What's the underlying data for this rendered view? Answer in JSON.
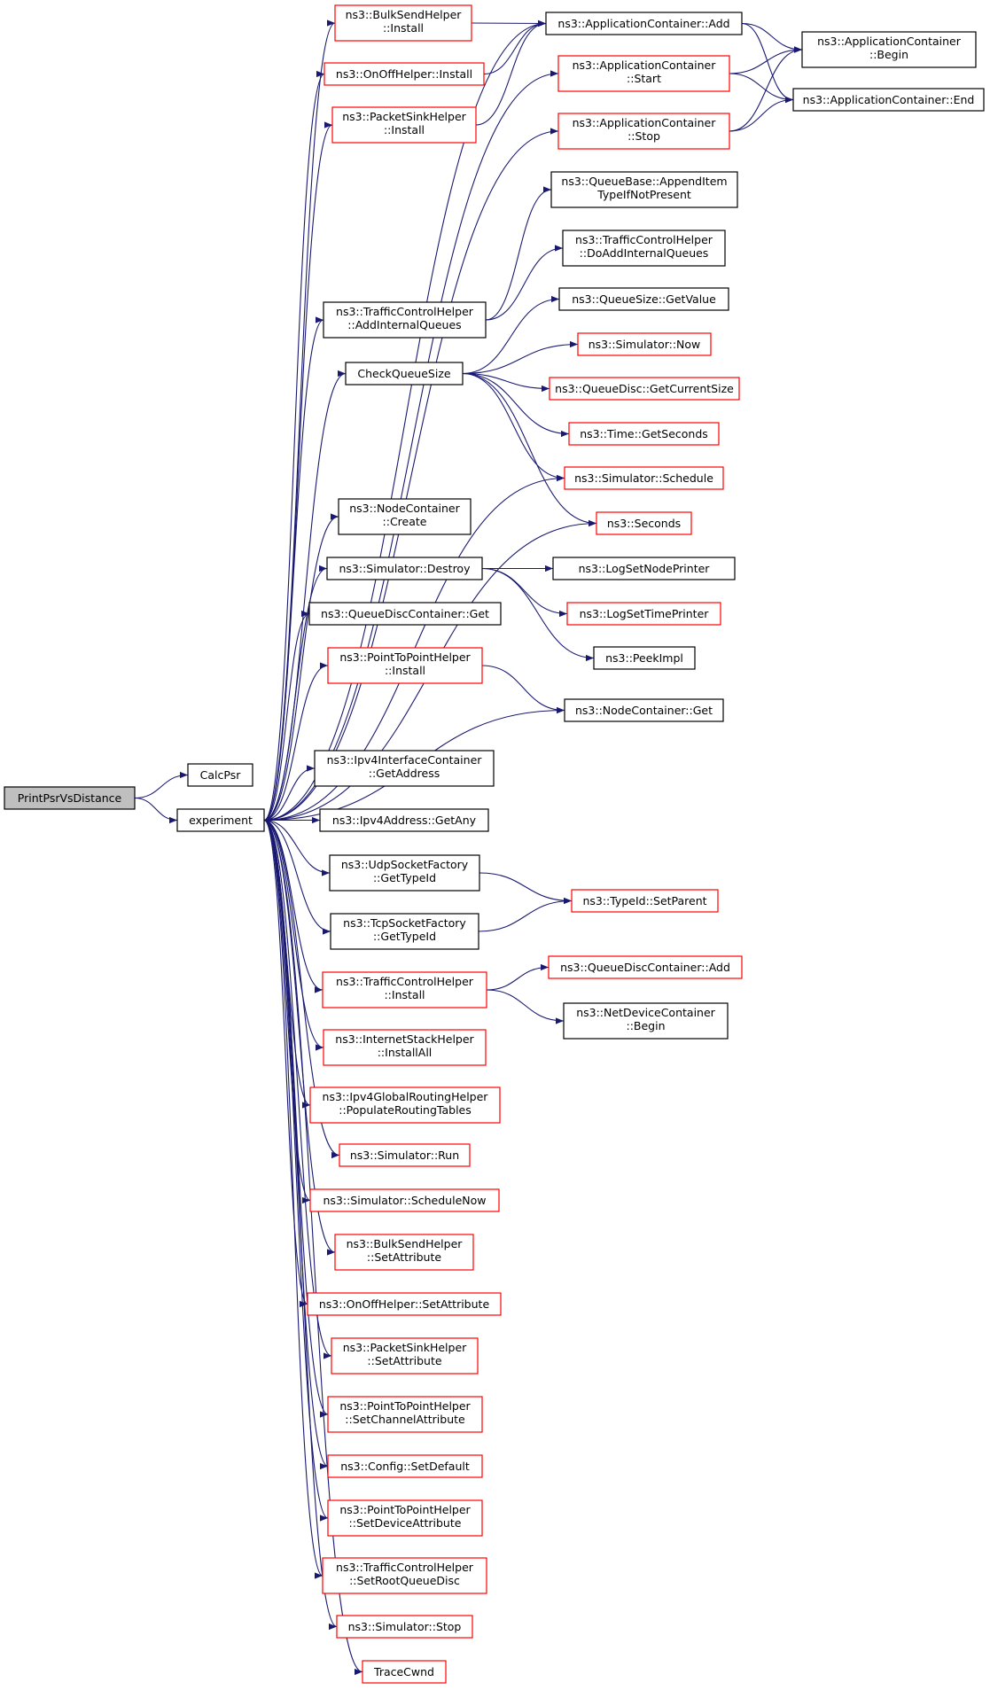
{
  "colors": {
    "edge": "#191970",
    "border_red": "#ff0000",
    "border_black": "#000000",
    "root_fill": "#bfbfbf",
    "fill": "#ffffff"
  },
  "nodes": [
    {
      "id": "root",
      "lines": [
        "PrintPsrVsDistance"
      ],
      "style": "root"
    },
    {
      "id": "calcpsr",
      "lines": [
        "CalcPsr"
      ],
      "style": "black"
    },
    {
      "id": "experiment",
      "lines": [
        "experiment"
      ],
      "style": "black"
    },
    {
      "id": "bulk_install",
      "lines": [
        "ns3::BulkSendHelper",
        "::Install"
      ],
      "style": "red"
    },
    {
      "id": "onoff_install",
      "lines": [
        "ns3::OnOffHelper::Install"
      ],
      "style": "red"
    },
    {
      "id": "sink_install",
      "lines": [
        "ns3::PacketSinkHelper",
        "::Install"
      ],
      "style": "red"
    },
    {
      "id": "tch_addint",
      "lines": [
        "ns3::TrafficControlHelper",
        "::AddInternalQueues"
      ],
      "style": "black"
    },
    {
      "id": "checkqueue",
      "lines": [
        "CheckQueueSize"
      ],
      "style": "black"
    },
    {
      "id": "nodec_create",
      "lines": [
        "ns3::NodeContainer",
        "::Create"
      ],
      "style": "black"
    },
    {
      "id": "sim_destroy",
      "lines": [
        "ns3::Simulator::Destroy"
      ],
      "style": "black"
    },
    {
      "id": "qdc_get",
      "lines": [
        "ns3::QueueDiscContainer::Get"
      ],
      "style": "black"
    },
    {
      "id": "p2p_install",
      "lines": [
        "ns3::PointToPointHelper",
        "::Install"
      ],
      "style": "red"
    },
    {
      "id": "ipv4ic_getaddr",
      "lines": [
        "ns3::Ipv4InterfaceContainer",
        "::GetAddress"
      ],
      "style": "black"
    },
    {
      "id": "ipv4a_getany",
      "lines": [
        "ns3::Ipv4Address::GetAny"
      ],
      "style": "black"
    },
    {
      "id": "udp_typeid",
      "lines": [
        "ns3::UdpSocketFactory",
        "::GetTypeId"
      ],
      "style": "black"
    },
    {
      "id": "tcp_typeid",
      "lines": [
        "ns3::TcpSocketFactory",
        "::GetTypeId"
      ],
      "style": "black"
    },
    {
      "id": "tch_install",
      "lines": [
        "ns3::TrafficControlHelper",
        "::Install"
      ],
      "style": "red"
    },
    {
      "id": "ish_installall",
      "lines": [
        "ns3::InternetStackHelper",
        "::InstallAll"
      ],
      "style": "red"
    },
    {
      "id": "ipv4grh_populate",
      "lines": [
        "ns3::Ipv4GlobalRoutingHelper",
        "::PopulateRoutingTables"
      ],
      "style": "red"
    },
    {
      "id": "sim_run",
      "lines": [
        "ns3::Simulator::Run"
      ],
      "style": "red"
    },
    {
      "id": "sim_schednow",
      "lines": [
        "ns3::Simulator::ScheduleNow"
      ],
      "style": "red"
    },
    {
      "id": "bulk_setattr",
      "lines": [
        "ns3::BulkSendHelper",
        "::SetAttribute"
      ],
      "style": "red"
    },
    {
      "id": "onoff_setattr",
      "lines": [
        "ns3::OnOffHelper::SetAttribute"
      ],
      "style": "red"
    },
    {
      "id": "sink_setattr",
      "lines": [
        "ns3::PacketSinkHelper",
        "::SetAttribute"
      ],
      "style": "red"
    },
    {
      "id": "p2p_setchan",
      "lines": [
        "ns3::PointToPointHelper",
        "::SetChannelAttribute"
      ],
      "style": "red"
    },
    {
      "id": "config_setdef",
      "lines": [
        "ns3::Config::SetDefault"
      ],
      "style": "red"
    },
    {
      "id": "p2p_setdev",
      "lines": [
        "ns3::PointToPointHelper",
        "::SetDeviceAttribute"
      ],
      "style": "red"
    },
    {
      "id": "tch_setroot",
      "lines": [
        "ns3::TrafficControlHelper",
        "::SetRootQueueDisc"
      ],
      "style": "red"
    },
    {
      "id": "sim_stop",
      "lines": [
        "ns3::Simulator::Stop"
      ],
      "style": "red"
    },
    {
      "id": "tracecwnd",
      "lines": [
        "TraceCwnd"
      ],
      "style": "red"
    },
    {
      "id": "appc_add",
      "lines": [
        "ns3::ApplicationContainer::Add"
      ],
      "style": "black"
    },
    {
      "id": "appc_start",
      "lines": [
        "ns3::ApplicationContainer",
        "::Start"
      ],
      "style": "red"
    },
    {
      "id": "appc_stop",
      "lines": [
        "ns3::ApplicationContainer",
        "::Stop"
      ],
      "style": "red"
    },
    {
      "id": "qb_append",
      "lines": [
        "ns3::QueueBase::AppendItem",
        "TypeIfNotPresent"
      ],
      "style": "black"
    },
    {
      "id": "tch_doadd",
      "lines": [
        "ns3::TrafficControlHelper",
        "::DoAddInternalQueues"
      ],
      "style": "black"
    },
    {
      "id": "qs_getvalue",
      "lines": [
        "ns3::QueueSize::GetValue"
      ],
      "style": "black"
    },
    {
      "id": "sim_now",
      "lines": [
        "ns3::Simulator::Now"
      ],
      "style": "red"
    },
    {
      "id": "qd_getcur",
      "lines": [
        "ns3::QueueDisc::GetCurrentSize"
      ],
      "style": "red"
    },
    {
      "id": "time_getsec",
      "lines": [
        "ns3::Time::GetSeconds"
      ],
      "style": "red"
    },
    {
      "id": "sim_schedule",
      "lines": [
        "ns3::Simulator::Schedule"
      ],
      "style": "red"
    },
    {
      "id": "seconds",
      "lines": [
        "ns3::Seconds"
      ],
      "style": "red"
    },
    {
      "id": "log_node",
      "lines": [
        "ns3::LogSetNodePrinter"
      ],
      "style": "black"
    },
    {
      "id": "log_time",
      "lines": [
        "ns3::LogSetTimePrinter"
      ],
      "style": "red"
    },
    {
      "id": "peekimpl",
      "lines": [
        "ns3::PeekImpl"
      ],
      "style": "black"
    },
    {
      "id": "nodec_get",
      "lines": [
        "ns3::NodeContainer::Get"
      ],
      "style": "black"
    },
    {
      "id": "typeid_setparent",
      "lines": [
        "ns3::TypeId::SetParent"
      ],
      "style": "red"
    },
    {
      "id": "qdc_add",
      "lines": [
        "ns3::QueueDiscContainer::Add"
      ],
      "style": "red"
    },
    {
      "id": "ndc_begin",
      "lines": [
        "ns3::NetDeviceContainer",
        "::Begin"
      ],
      "style": "black"
    },
    {
      "id": "appc_begin",
      "lines": [
        "ns3::ApplicationContainer",
        "::Begin"
      ],
      "style": "black"
    },
    {
      "id": "appc_end",
      "lines": [
        "ns3::ApplicationContainer::End"
      ],
      "style": "black"
    }
  ],
  "edges": [
    [
      "root",
      "calcpsr"
    ],
    [
      "root",
      "experiment"
    ],
    [
      "experiment",
      "bulk_install"
    ],
    [
      "experiment",
      "onoff_install"
    ],
    [
      "experiment",
      "sink_install"
    ],
    [
      "experiment",
      "tch_addint"
    ],
    [
      "experiment",
      "checkqueue"
    ],
    [
      "experiment",
      "nodec_create"
    ],
    [
      "experiment",
      "sim_destroy"
    ],
    [
      "experiment",
      "qdc_get"
    ],
    [
      "experiment",
      "p2p_install"
    ],
    [
      "experiment",
      "ipv4ic_getaddr"
    ],
    [
      "experiment",
      "ipv4a_getany"
    ],
    [
      "experiment",
      "udp_typeid"
    ],
    [
      "experiment",
      "tcp_typeid"
    ],
    [
      "experiment",
      "tch_install"
    ],
    [
      "experiment",
      "ish_installall"
    ],
    [
      "experiment",
      "ipv4grh_populate"
    ],
    [
      "experiment",
      "sim_run"
    ],
    [
      "experiment",
      "sim_schednow"
    ],
    [
      "experiment",
      "bulk_setattr"
    ],
    [
      "experiment",
      "onoff_setattr"
    ],
    [
      "experiment",
      "sink_setattr"
    ],
    [
      "experiment",
      "p2p_setchan"
    ],
    [
      "experiment",
      "config_setdef"
    ],
    [
      "experiment",
      "p2p_setdev"
    ],
    [
      "experiment",
      "tch_setroot"
    ],
    [
      "experiment",
      "sim_stop"
    ],
    [
      "experiment",
      "tracecwnd"
    ],
    [
      "experiment",
      "appc_add"
    ],
    [
      "experiment",
      "appc_start"
    ],
    [
      "experiment",
      "appc_stop"
    ],
    [
      "experiment",
      "sim_schedule"
    ],
    [
      "experiment",
      "seconds"
    ],
    [
      "experiment",
      "nodec_get"
    ],
    [
      "bulk_install",
      "appc_add"
    ],
    [
      "onoff_install",
      "appc_add"
    ],
    [
      "sink_install",
      "appc_add"
    ],
    [
      "appc_add",
      "appc_begin"
    ],
    [
      "appc_add",
      "appc_end"
    ],
    [
      "appc_start",
      "appc_begin"
    ],
    [
      "appc_start",
      "appc_end"
    ],
    [
      "appc_stop",
      "appc_begin"
    ],
    [
      "appc_stop",
      "appc_end"
    ],
    [
      "tch_addint",
      "qb_append"
    ],
    [
      "tch_addint",
      "tch_doadd"
    ],
    [
      "checkqueue",
      "qs_getvalue"
    ],
    [
      "checkqueue",
      "sim_now"
    ],
    [
      "checkqueue",
      "qd_getcur"
    ],
    [
      "checkqueue",
      "time_getsec"
    ],
    [
      "checkqueue",
      "sim_schedule"
    ],
    [
      "checkqueue",
      "seconds"
    ],
    [
      "sim_destroy",
      "log_node"
    ],
    [
      "sim_destroy",
      "log_time"
    ],
    [
      "sim_destroy",
      "peekimpl"
    ],
    [
      "p2p_install",
      "nodec_get"
    ],
    [
      "udp_typeid",
      "typeid_setparent"
    ],
    [
      "tcp_typeid",
      "typeid_setparent"
    ],
    [
      "tch_install",
      "qdc_add"
    ],
    [
      "tch_install",
      "ndc_begin"
    ]
  ]
}
